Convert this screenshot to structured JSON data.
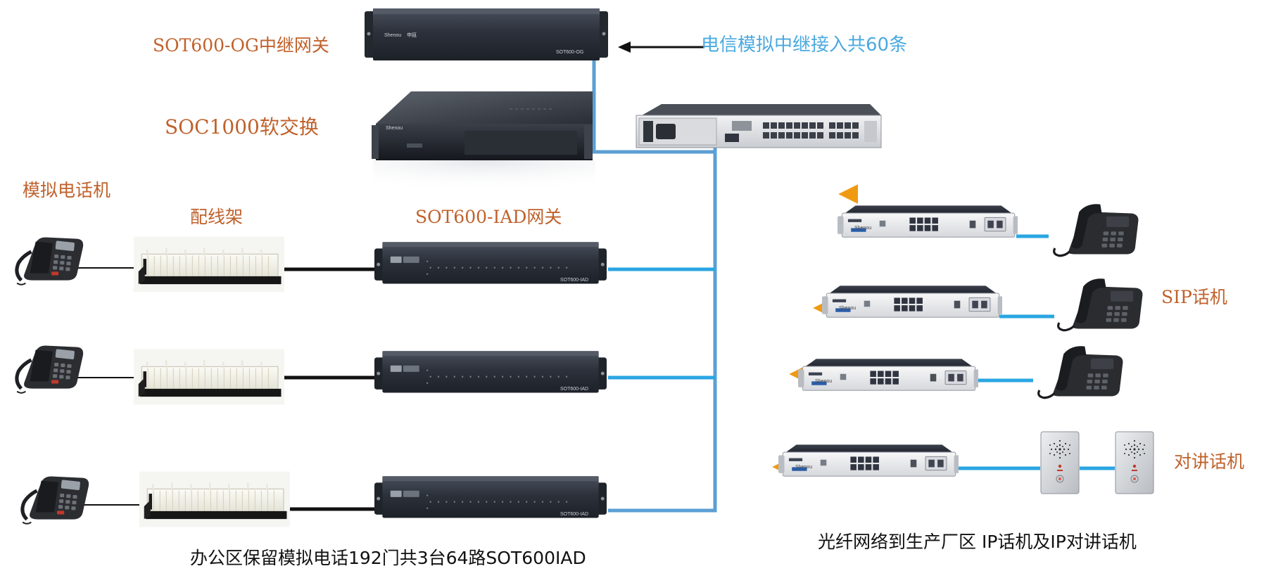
{
  "labels": {
    "trunk_gateway": "SOT600-OG中继网关",
    "softswitch": "SOC1000软交换",
    "analog_phone": "模拟电话机",
    "distribution_frame": "配线架",
    "iad_gateway": "SOT600-IAD网关",
    "telecom_trunk": "电信模拟中继接入共60条",
    "sip_phone": "SIP话机",
    "intercom": "对讲话机",
    "office_caption": "办公区保留模拟电话192门共3台64路SOT600IAD",
    "factory_caption": "光纤网络到生产厂区 IP话机及IP对讲话机"
  },
  "device_text": {
    "gw_brand": "Shenou",
    "gw_brand_cn": "申瓯",
    "gw_model": "SOT600-OG",
    "server_brand": "Shenou",
    "iad_model": "SOT600-IAD",
    "switch_brand": "Shenou"
  },
  "colors": {
    "label_orange": "#c0612b",
    "label_blue": "#4aa9e0",
    "caption_black": "#111111",
    "link_blue": "#2aa6e2",
    "trunk_blue": "#5b9fd4",
    "fiber_orange": "#f2a21a",
    "device_dark": "#2f3440"
  },
  "icons": {
    "arrow": "arrow-left-icon",
    "analog_phone": "analog-phone-icon",
    "sip_phone": "sip-phone-icon",
    "intercom": "intercom-panel-icon"
  }
}
